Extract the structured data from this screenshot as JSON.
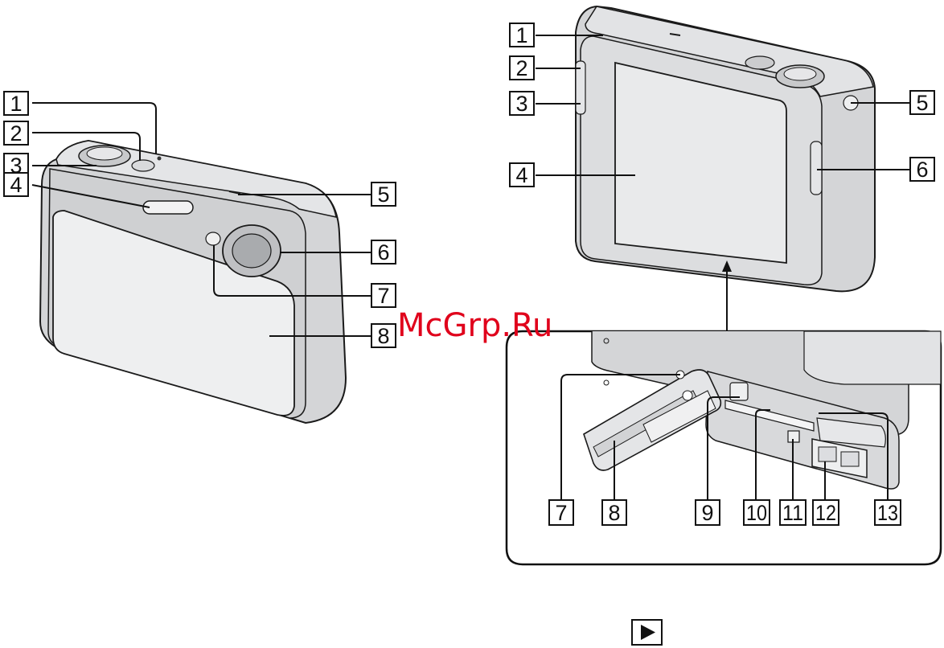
{
  "front_view": {
    "callouts": [
      "1",
      "2",
      "3",
      "4",
      "5",
      "6",
      "7",
      "8"
    ]
  },
  "rear_view": {
    "callouts": [
      "1",
      "2",
      "3",
      "4",
      "5",
      "6"
    ]
  },
  "compartment_view": {
    "callouts": [
      "7",
      "8",
      "9",
      "10",
      "11",
      "12",
      "13"
    ]
  },
  "watermark": "McGrp.Ru",
  "nav_button": {
    "icon": "play-triangle-icon"
  },
  "colors": {
    "camera_body": "#d4d5d7",
    "camera_face": "#e8e9ea",
    "outline": "#1a1a1a",
    "watermark": "#e0001b"
  }
}
